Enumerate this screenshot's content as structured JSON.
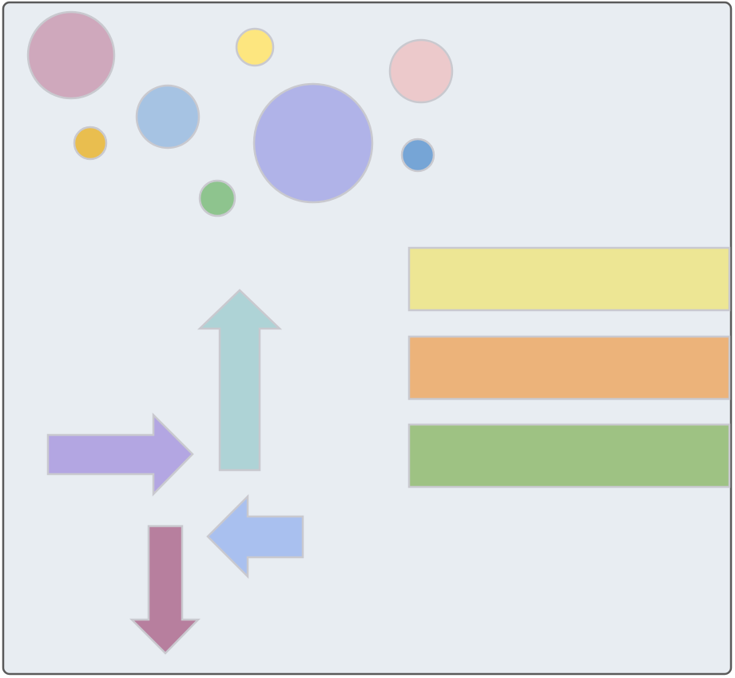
{
  "canvas": {
    "background": "#e8edf2",
    "border_color": "#5a5a5a",
    "shape_stroke": "#c9c9cf"
  },
  "circles": [
    {
      "name": "circle-mauve-large",
      "color": "#cfa8bc"
    },
    {
      "name": "circle-yellow-small",
      "color": "#fde67f"
    },
    {
      "name": "circle-pink",
      "color": "#ecc9cb"
    },
    {
      "name": "circle-sky-blue",
      "color": "#a6c3e3"
    },
    {
      "name": "circle-gold-small",
      "color": "#e9be4f"
    },
    {
      "name": "circle-lavender-large",
      "color": "#b0b3e8"
    },
    {
      "name": "circle-blue-small",
      "color": "#76a5d6"
    },
    {
      "name": "circle-green-small",
      "color": "#8ec48e"
    }
  ],
  "arrows": [
    {
      "name": "arrow-up",
      "direction": "up",
      "color": "#aed3d6"
    },
    {
      "name": "arrow-right",
      "direction": "right",
      "color": "#b3a6e2"
    },
    {
      "name": "arrow-left",
      "direction": "left",
      "color": "#a9c0ef"
    },
    {
      "name": "arrow-down",
      "direction": "down",
      "color": "#b77f9e"
    }
  ],
  "bars": [
    {
      "name": "bar-yellow",
      "color": "#ede694"
    },
    {
      "name": "bar-orange",
      "color": "#ecb37a"
    },
    {
      "name": "bar-green",
      "color": "#9ec283"
    }
  ]
}
